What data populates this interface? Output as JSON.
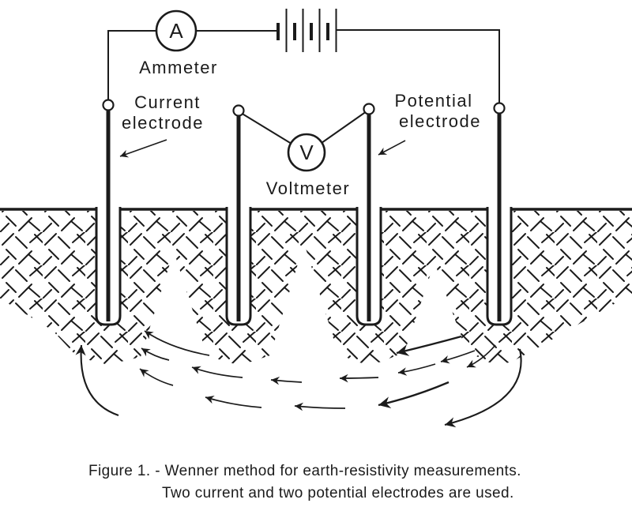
{
  "meters": {
    "ammeter_symbol": "A",
    "ammeter_label": "Ammeter",
    "voltmeter_symbol": "V",
    "voltmeter_label": "Voltmeter"
  },
  "electrode_labels": {
    "current_line1": "Current",
    "current_line2": "electrode",
    "potential_line1": "Potential",
    "potential_line2": "electrode"
  },
  "caption": {
    "line1": "Figure 1. - Wenner method for earth-resistivity measurements.",
    "line2": "Two current and two potential electrodes are used."
  },
  "colors": {
    "ink": "#1b1b1b",
    "paper": "#ffffff"
  }
}
